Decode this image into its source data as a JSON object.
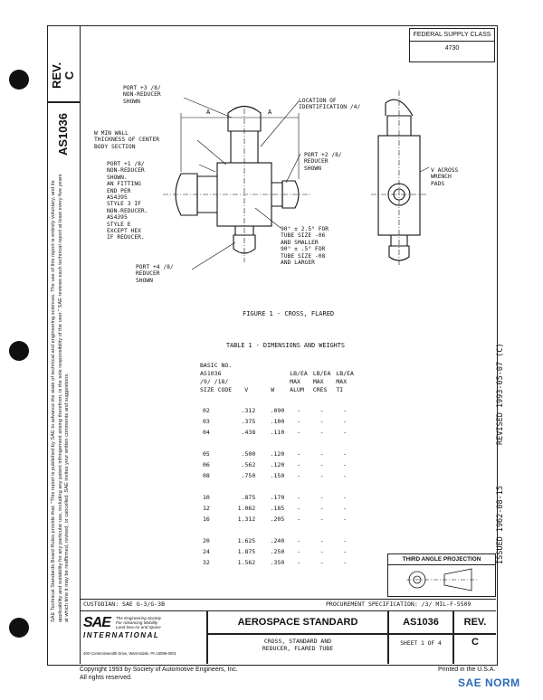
{
  "federal_supply": {
    "label": "FEDERAL SUPPLY CLASS",
    "value": "4730"
  },
  "doc_number": "AS1036",
  "rev_label": "REV.",
  "rev_value": "C",
  "disclaimer": "SAE Technical Standards Board Rules provide that: \"This report is published by SAE to advance the state of technical and engineering sciences. The use of this report is entirely voluntary, and its applicability and suitability for any particular use, including any patent infringement arising therefrom, is the sole responsibility of the user.\" SAE reviews each technical report at least every five years at which time it may be reaffirmed, revised, or cancelled. SAE invites your written comments and suggestions.",
  "issued": "ISSUED 1962-08-15",
  "revised": "REVISED 1993-05-07 (C)",
  "figure": {
    "caption": "FIGURE 1 - CROSS, FLARED",
    "labels": {
      "port3": "PORT +3 /8/\nNON-REDUCER\nSHOWN",
      "wall": "W MIN WALL\nTHICKNESS OF CENTER\nBODY SECTION",
      "port1": "PORT +1 /8/\nNON-REDUCER\nSHOWN.\nAN FITTING\nEND PER\nAS4395\nSTYLE 3 IF\nNON-REDUCER.\nAS4395\nSTYLE E\nEXCEPT HEX\nIF REDUCER.",
      "port4": "PORT +4 /8/\nREDUCER\nSHOWN",
      "location": "LOCATION OF\nIDENTIFICATION /4/",
      "port2": "PORT +2 /8/\nREDUCER\nSHOWN",
      "angle": "90° ± 2.5° FOR\nTUBE SIZE -06\nAND SMALLER\n90° ± .5° FOR\nTUBE SIZE -08\nAND LARGER",
      "across": "V ACROSS\nWRENCH\nPADS",
      "a": "A"
    }
  },
  "table": {
    "title": "TABLE 1 - DIMENSIONS AND WEIGHTS",
    "headers": [
      "BASIC NO.\nAS1036\n/9/ /18/\nSIZE CODE",
      "V",
      "W",
      "LB/EA\nMAX\nALUM",
      "LB/EA\nMAX\nCRES",
      "LB/EA\nMAX\nTI"
    ],
    "groups": [
      [
        [
          "02",
          ".312",
          ".090",
          "-",
          "-",
          "-"
        ],
        [
          "03",
          ".375",
          ".100",
          "-",
          "-",
          "-"
        ],
        [
          "04",
          ".438",
          ".110",
          "-",
          "-",
          "-"
        ]
      ],
      [
        [
          "05",
          ".500",
          ".120",
          "-",
          "-",
          "-"
        ],
        [
          "06",
          ".562",
          ".120",
          "-",
          "-",
          "-"
        ],
        [
          "08",
          ".750",
          ".150",
          "-",
          "-",
          "-"
        ]
      ],
      [
        [
          "10",
          ".875",
          ".170",
          "-",
          "-",
          "-"
        ],
        [
          "12",
          "1.062",
          ".185",
          "-",
          "-",
          "-"
        ],
        [
          "16",
          "1.312",
          ".205",
          "-",
          "-",
          "-"
        ]
      ],
      [
        [
          "20",
          "1.625",
          ".240",
          "-",
          "-",
          "-"
        ],
        [
          "24",
          "1.875",
          ".250",
          "-",
          "-",
          "-"
        ],
        [
          "32",
          "1.562",
          ".350",
          "-",
          "-",
          "-"
        ]
      ]
    ]
  },
  "projection_title": "THIRD ANGLE PROJECTION",
  "custodian": "CUSTODIAN:  SAE G-3/G-3B",
  "procurement": "PROCUREMENT SPECIFICATION:  /3/ MIL-F-5509",
  "sae_logo": {
    "letters": "SAE",
    "tag": "The Engineering Society\nFor Advancing Mobility\nLand Sea Air and Space",
    "intl": "INTERNATIONAL",
    "address": "400 Commonwealth Drive, Warrendale, PA  15096-0001"
  },
  "title_block": {
    "title": "AEROSPACE STANDARD",
    "subtitle": "CROSS, STANDARD AND\nREDUCER, FLARED TUBE",
    "sheet": "SHEET 1 OF 4",
    "rev_label": "REV.",
    "rev_value": "C",
    "number": "AS1036"
  },
  "footer": {
    "copyright": "Copyright  1993  by Society of Automotive Engineers, Inc.",
    "rights": "All rights reserved.",
    "printed": "Printed in the U.S.A.",
    "watermark": "SAE NORM"
  }
}
